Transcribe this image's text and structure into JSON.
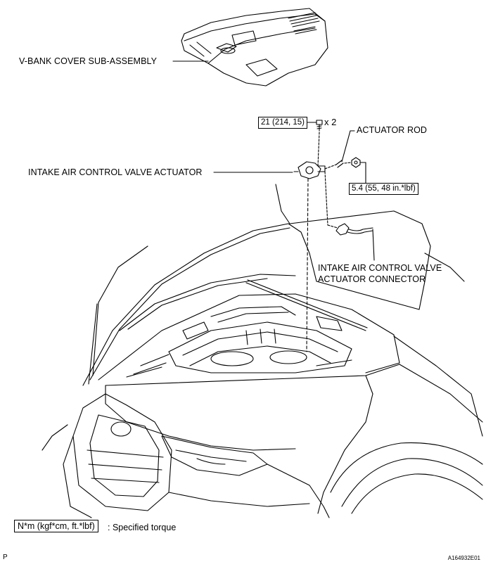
{
  "labels": {
    "v_bank_cover": "V-BANK COVER SUB-ASSEMBLY",
    "actuator_rod": "ACTUATOR ROD",
    "actuator": "INTAKE AIR CONTROL VALVE ACTUATOR",
    "connector_line1": "INTAKE AIR CONTROL VALVE",
    "connector_line2": "ACTUATOR CONNECTOR"
  },
  "torques": {
    "bolt": "21 (214, 15)",
    "bolt_qty": "x 2",
    "rod_nut": "5.4 (55, 48 in.*lbf)"
  },
  "legend": {
    "box": "N*m (kgf*cm, ft.*lbf)",
    "text": ": Specified torque"
  },
  "footer": {
    "corner_letter": "P",
    "figure_ref": "A164932E01"
  }
}
